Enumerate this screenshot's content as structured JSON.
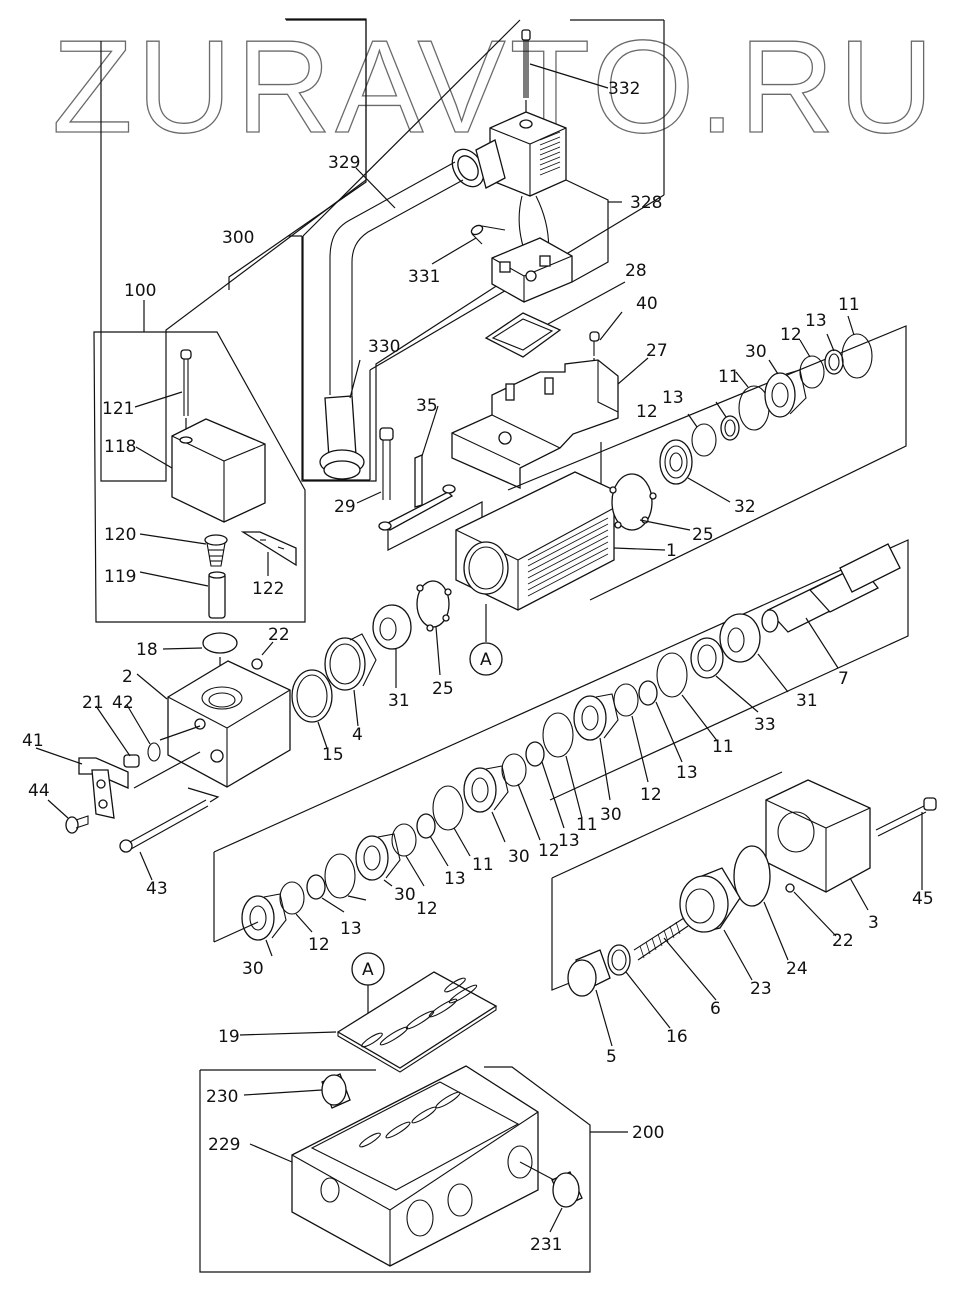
{
  "watermark": "ZURAVTO.RU",
  "diagram": {
    "type": "exploded-parts-view",
    "subject": "solenoid pneumatic valve assembly",
    "groups": [
      {
        "id": "300",
        "label": "300",
        "members": [
          "328",
          "329",
          "330",
          "331",
          "332"
        ]
      },
      {
        "id": "100",
        "label": "100",
        "members": [
          "118",
          "119",
          "120",
          "121",
          "122"
        ]
      },
      {
        "id": "200",
        "label": "200",
        "members": [
          "229",
          "230",
          "231"
        ]
      }
    ],
    "reference_marks": [
      "A",
      "A"
    ],
    "callouts": [
      {
        "id": "c332",
        "text": "332"
      },
      {
        "id": "c329",
        "text": "329"
      },
      {
        "id": "c328",
        "text": "328"
      },
      {
        "id": "c300",
        "text": "300"
      },
      {
        "id": "c331",
        "text": "331"
      },
      {
        "id": "c28",
        "text": "28"
      },
      {
        "id": "c100",
        "text": "100"
      },
      {
        "id": "c40",
        "text": "40"
      },
      {
        "id": "c330",
        "text": "330"
      },
      {
        "id": "c27",
        "text": "27"
      },
      {
        "id": "c11a",
        "text": "11"
      },
      {
        "id": "c13a",
        "text": "13"
      },
      {
        "id": "c12a",
        "text": "12"
      },
      {
        "id": "c30a",
        "text": "30"
      },
      {
        "id": "c11b",
        "text": "11"
      },
      {
        "id": "c13b",
        "text": "13"
      },
      {
        "id": "c12b",
        "text": "12"
      },
      {
        "id": "c121",
        "text": "121"
      },
      {
        "id": "c35",
        "text": "35"
      },
      {
        "id": "c118",
        "text": "118"
      },
      {
        "id": "c32",
        "text": "32"
      },
      {
        "id": "c29",
        "text": "29"
      },
      {
        "id": "c25a",
        "text": "25"
      },
      {
        "id": "c1",
        "text": "1"
      },
      {
        "id": "c120",
        "text": "120"
      },
      {
        "id": "c122",
        "text": "122"
      },
      {
        "id": "c119",
        "text": "119"
      },
      {
        "id": "c18",
        "text": "18"
      },
      {
        "id": "c22a",
        "text": "22"
      },
      {
        "id": "c7",
        "text": "7"
      },
      {
        "id": "c2",
        "text": "2"
      },
      {
        "id": "cA1",
        "text": "A"
      },
      {
        "id": "c25b",
        "text": "25"
      },
      {
        "id": "c31a",
        "text": "31"
      },
      {
        "id": "c31b",
        "text": "31"
      },
      {
        "id": "c21",
        "text": "21"
      },
      {
        "id": "c42",
        "text": "42"
      },
      {
        "id": "c4",
        "text": "4"
      },
      {
        "id": "c15",
        "text": "15"
      },
      {
        "id": "c33",
        "text": "33"
      },
      {
        "id": "c41",
        "text": "41"
      },
      {
        "id": "c11c",
        "text": "11"
      },
      {
        "id": "c13c",
        "text": "13"
      },
      {
        "id": "c12c",
        "text": "12"
      },
      {
        "id": "c30b",
        "text": "30"
      },
      {
        "id": "c44",
        "text": "44"
      },
      {
        "id": "c11d",
        "text": "11"
      },
      {
        "id": "c13d",
        "text": "13"
      },
      {
        "id": "c12d",
        "text": "12"
      },
      {
        "id": "c30c",
        "text": "30"
      },
      {
        "id": "c43",
        "text": "43"
      },
      {
        "id": "c11e",
        "text": "11"
      },
      {
        "id": "c13e",
        "text": "13"
      },
      {
        "id": "c12e",
        "text": "12"
      },
      {
        "id": "c30d",
        "text": "30"
      },
      {
        "id": "c45",
        "text": "45"
      },
      {
        "id": "c13f",
        "text": "13"
      },
      {
        "id": "c12f",
        "text": "12"
      },
      {
        "id": "c30e",
        "text": "30"
      },
      {
        "id": "c22b",
        "text": "22"
      },
      {
        "id": "c3",
        "text": "3"
      },
      {
        "id": "c24",
        "text": "24"
      },
      {
        "id": "c23",
        "text": "23"
      },
      {
        "id": "cA2",
        "text": "A"
      },
      {
        "id": "c6",
        "text": "6"
      },
      {
        "id": "c16",
        "text": "16"
      },
      {
        "id": "c5",
        "text": "5"
      },
      {
        "id": "c19",
        "text": "19"
      },
      {
        "id": "c230",
        "text": "230"
      },
      {
        "id": "c200",
        "text": "200"
      },
      {
        "id": "c229",
        "text": "229"
      },
      {
        "id": "c231",
        "text": "231"
      }
    ]
  }
}
